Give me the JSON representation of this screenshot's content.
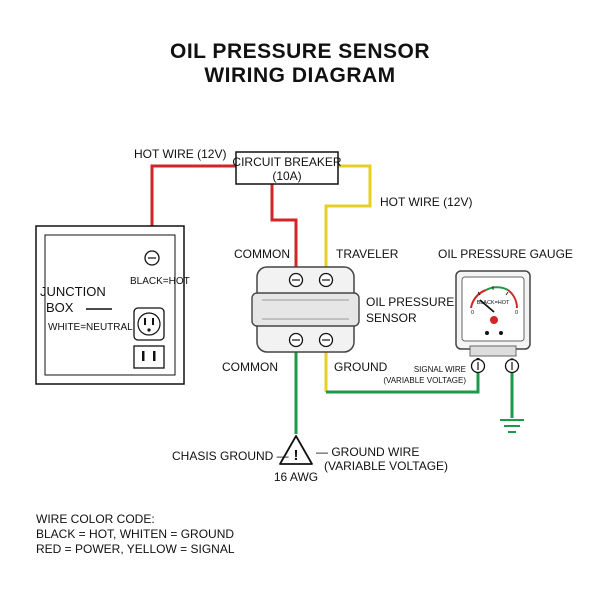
{
  "title": {
    "line1": "OIL PRESSURE SENSOR",
    "line2": "WIRING DIAGRAM"
  },
  "labels": {
    "hot_wire_left": "HOT WIRE (12V)",
    "hot_wire_right": "HOT WIRE (12V)",
    "circuit_breaker_line1": "CIRCUIT BREAKER",
    "circuit_breaker_line2": "(10A)",
    "junction_line1": "JUNCTION",
    "junction_line2": "BOX",
    "black_hot": "BLACK=HOT",
    "white_neutral": "WHITE=NEUTRAL",
    "common_top": "COMMON",
    "traveler": "TRAVELER",
    "sensor_line1": "OIL PRESSURE",
    "sensor_line2": "SENSOR",
    "common_bottom": "COMMON",
    "ground": "GROUND",
    "gauge_title": "OIL PRESSURE GAUGE",
    "gauge_face_label": "BLACK=HOT",
    "gauge_min": "0",
    "gauge_max": "0",
    "signal_line1": "SIGNAL WIRE",
    "signal_line2": "(VARIABLE VOLTAGE)",
    "chasis_ground": "CHASIS GROUND —",
    "ground_wire_line1": "— GROUND WIRE",
    "ground_wire_line2": "(VARIABLE VOLTAGE)",
    "awg": "16 AWG",
    "warning_glyph": "!"
  },
  "legend": {
    "line1": "WIRE COLOR CODE:",
    "line2": "BLACK = HOT, WHITEN = GROUND",
    "line3": "RED = POWER, YELLOW = SIGNAL"
  },
  "colors": {
    "hot": "#d0262a",
    "signal": "#e8cf24",
    "ground": "#1d9a48",
    "black": "#111111"
  }
}
